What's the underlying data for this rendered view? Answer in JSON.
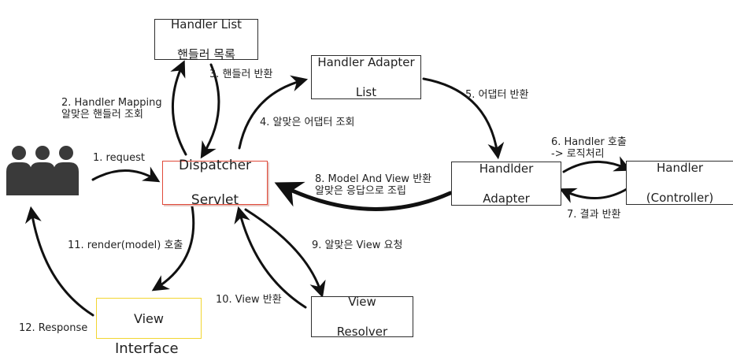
{
  "nodes": {
    "handler_list": {
      "line1": "Handler List",
      "line2": "핸들러 목록"
    },
    "handler_adapter_list": {
      "line1": "Handler Adapter",
      "line2": "List"
    },
    "dispatcher": {
      "line1": "Dispatcher",
      "line2": "Servlet"
    },
    "handler_adapter": {
      "line1": "Handlder",
      "line2": "Adapter"
    },
    "handler": {
      "line1": "Handler",
      "line2": "(Controller)"
    },
    "view_resolver": {
      "line1": "View",
      "line2": "Resolver"
    },
    "view": {
      "label": "View"
    },
    "interface_caption": "Interface"
  },
  "edges": {
    "e1": "1. request",
    "e2a": "2. Handler Mapping",
    "e2b": "알맞은 핸들러 조회",
    "e3": "3. 핸들러  반환",
    "e4": "4. 알맞은 어댑터 조회",
    "e5": "5. 어댑터 반환",
    "e6a": "6. Handler 호출",
    "e6b": "-> 로직처리",
    "e7": "7. 결과 반환",
    "e8a": "8. Model And View 반환",
    "e8b": "알맞은 응답으로 조립",
    "e9": "9. 알맞은 View 요청",
    "e10": "10. View 반환",
    "e11": "11. render(model) 호출",
    "e12": "12. Response"
  },
  "colors": {
    "dispatcher_border": "#e04a3a",
    "view_border": "#f2d531",
    "stroke": "#111111"
  },
  "icons": [
    "users-icon"
  ]
}
